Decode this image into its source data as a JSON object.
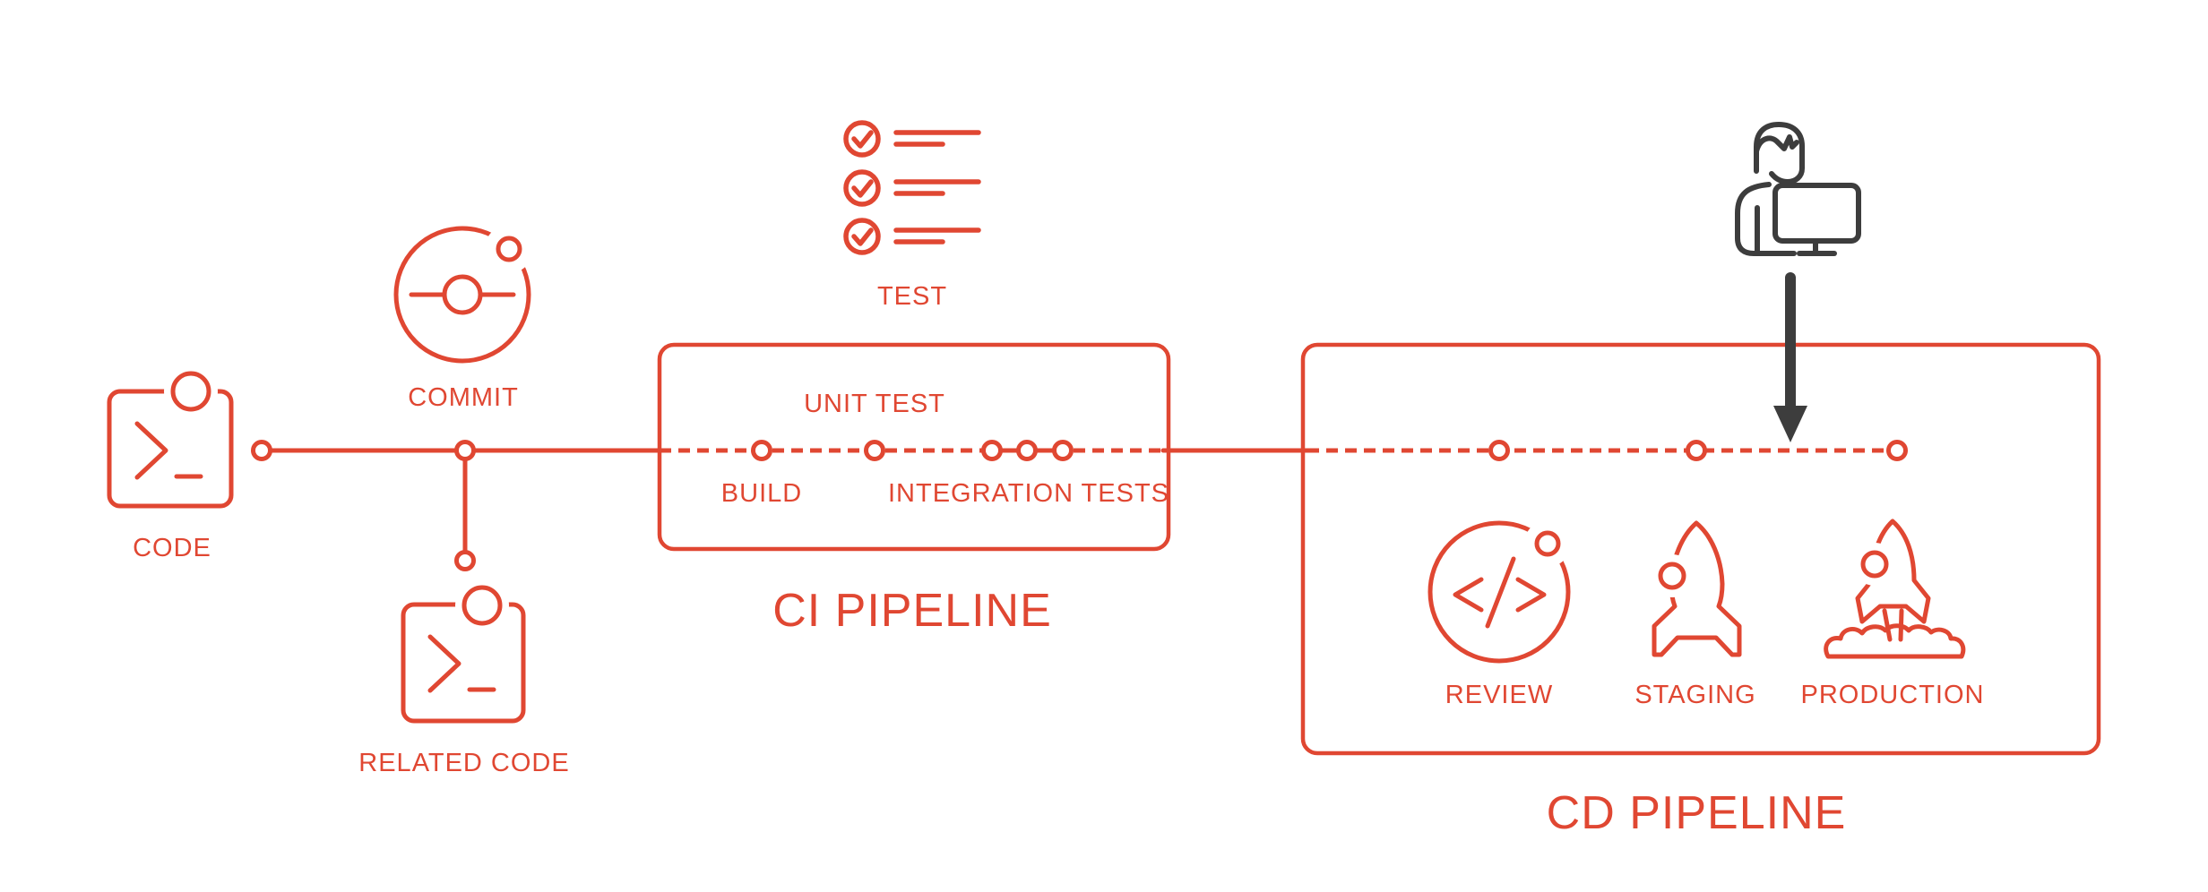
{
  "colors": {
    "accent": "#e04732",
    "dark": "#3d3d3d",
    "background": "#ffffff"
  },
  "timeline": {
    "code": {
      "label": "CODE",
      "icon": "terminal-code-icon"
    },
    "commit": {
      "label": "COMMIT",
      "icon": "git-commit-icon"
    },
    "related_code": {
      "label": "RELATED CODE",
      "icon": "terminal-code-icon"
    },
    "test": {
      "label": "TEST",
      "icon": "checklist-icon"
    }
  },
  "ci": {
    "title": "CI PIPELINE",
    "stages": [
      {
        "label": "BUILD"
      },
      {
        "label": "UNIT TEST"
      },
      {
        "label": "INTEGRATION TESTS"
      }
    ]
  },
  "cd": {
    "title": "CD PIPELINE",
    "trigger_icon": "developer-at-computer-icon",
    "stages": [
      {
        "label": "REVIEW",
        "icon": "code-review-icon"
      },
      {
        "label": "STAGING",
        "icon": "rocket-icon"
      },
      {
        "label": "PRODUCTION",
        "icon": "rocket-launch-icon"
      }
    ]
  }
}
